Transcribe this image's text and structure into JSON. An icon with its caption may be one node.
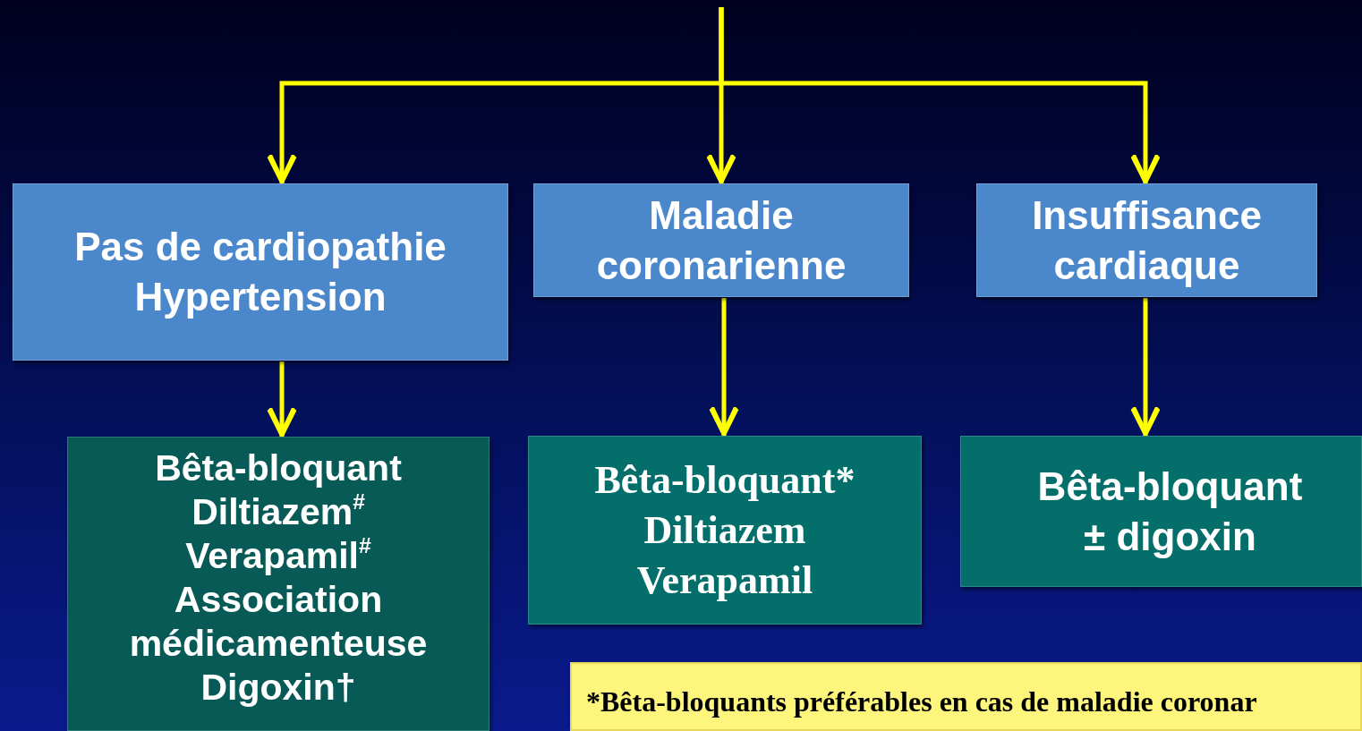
{
  "diagram": {
    "nodes": [
      {
        "text": [
          "Pas de cardiopathie",
          "Hypertension"
        ]
      },
      {
        "text": [
          "Maladie coronarienne"
        ]
      },
      {
        "text": [
          "Insuffisance cardiaque"
        ]
      },
      {
        "text": [
          "Bêta-bloquant",
          "Diltiazem$^{#}$",
          "Verapamil$^{#}$",
          "Association médicamenteuse",
          "Digoxin†"
        ]
      },
      {
        "text": [
          "Bêta-bloquant*",
          "Diltiazem",
          "Verapamil"
        ]
      },
      {
        "text": [
          "Bêta-bloquant",
          "± digoxin"
        ]
      },
      {
        "text": [
          "*Bêta-bloquants préférables en cas de maladie coronar"
        ]
      }
    ],
    "edges": [
      {
        "from": null,
        "to": 0,
        "arrow": "to"
      },
      {
        "from": null,
        "to": 1,
        "arrow": "to"
      },
      {
        "from": null,
        "to": 2,
        "arrow": "to"
      },
      {
        "from": 0,
        "to": 3,
        "arrow": "to"
      },
      {
        "from": 1,
        "to": 4,
        "arrow": "to"
      },
      {
        "from": 2,
        "to": 5,
        "arrow": "to"
      }
    ]
  }
}
